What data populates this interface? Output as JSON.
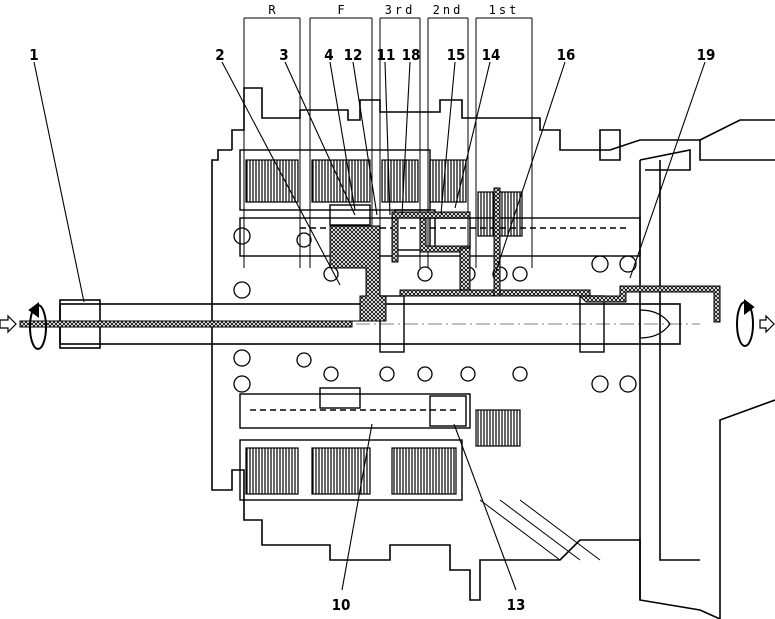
{
  "clutch_labels": [
    "R",
    "F",
    "3rd",
    "2nd",
    "1st"
  ],
  "callouts": [
    "1",
    "2",
    "3",
    "4",
    "12",
    "11",
    "18",
    "15",
    "14",
    "16",
    "19",
    "10",
    "13"
  ],
  "colors": {
    "line": "#000000",
    "background": "#ffffff",
    "hatch": "#000000"
  },
  "icons": {
    "input_rotation": "rotation-arrow-icon",
    "output_rotation": "rotation-arrow-icon",
    "flow_arrow": "hollow-arrow-icon"
  }
}
